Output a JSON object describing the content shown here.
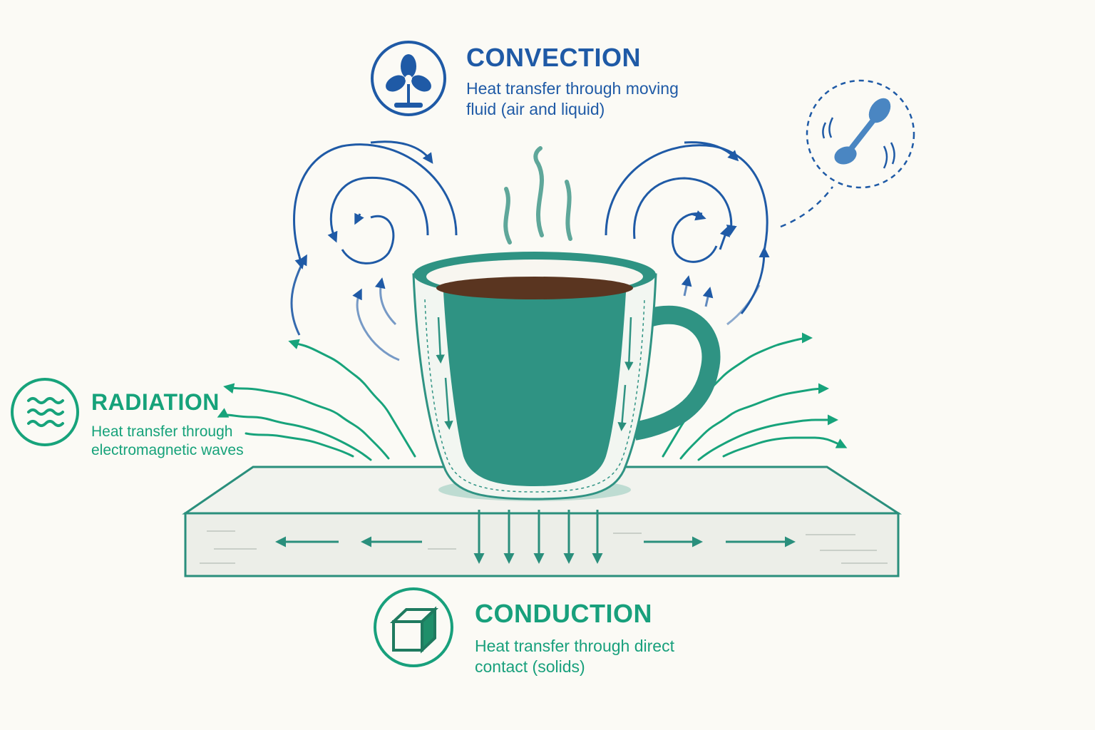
{
  "convection": {
    "title": "CONVECTION",
    "description": "Heat transfer through moving fluid (air and liquid)",
    "icon": "fan-icon",
    "color": "#1f5aa6"
  },
  "radiation": {
    "title": "RADIATION",
    "description": "Heat transfer through electromagnetic waves",
    "icon": "waves-icon",
    "color": "#16a27a"
  },
  "conduction": {
    "title": "CONDUCTION",
    "description": "Heat transfer through direct contact (solids)",
    "icon": "cube-icon",
    "color": "#18a07c"
  },
  "stirring": {
    "icon": "spoon-icon"
  },
  "colors": {
    "mug": "#2f9383",
    "coffee": "#5a3520",
    "steam": "#4f9f91",
    "surface_stroke": "#2a8f7c",
    "surface_fill": "#eef0ea"
  }
}
